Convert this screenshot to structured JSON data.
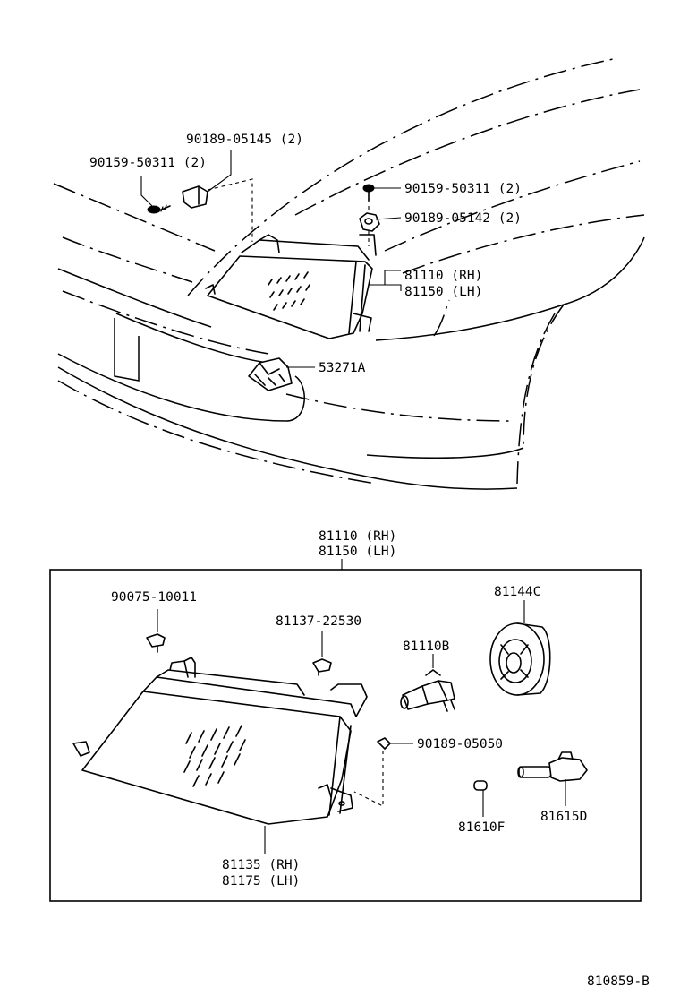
{
  "callouts": {
    "screw_top_left": "90159-50311 (2)",
    "nut_top_left": "90189-05145 (2)",
    "screw_top_right": "90159-50311 (2)",
    "nut_top_right": "90189-05142 (2)",
    "headlamp_rh_top": "81110 (RH)",
    "headlamp_lh_top": "81150 (LH)",
    "bracket": "53271A",
    "assy_rh": "81110 (RH)",
    "assy_lh": "81150 (LH)",
    "screw_lower": "90075-10011",
    "clip": "81137-22530",
    "bulb": "81110B",
    "socket_cover": "81144C",
    "nut_lower": "90189-05050",
    "small_bulb": "81610F",
    "small_socket": "81615D",
    "housing_rh": "81135 (RH)",
    "housing_lh": "81175 (LH)"
  },
  "figure_code": "810859-B"
}
